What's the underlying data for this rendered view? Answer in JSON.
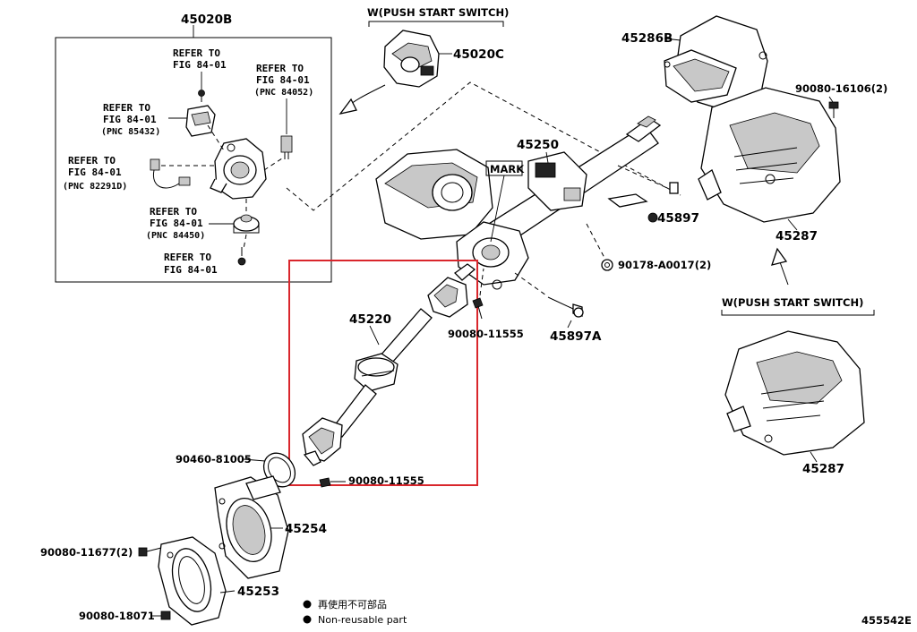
{
  "labels": {
    "p45020B": "45020B",
    "p45020C": "45020C",
    "p45286B": "45286B",
    "p45250": "45250",
    "mark": "MARK",
    "p45897": "45897",
    "p45897A": "45897A",
    "p45287_top": "45287",
    "p45287_bottom": "45287",
    "p45220": "45220",
    "p45254": "45254",
    "p45253": "45253",
    "b90080_16106": "90080-16106(2)",
    "b90178_A0017": "90178-A0017(2)",
    "b90080_11555_a": "90080-11555",
    "b90080_11555_b": "90080-11555",
    "b90460_81005": "90460-81005",
    "b90080_11677": "90080-11677(2)",
    "b90080_18071": "90080-18071",
    "push_start_top": "W(PUSH START SWITCH)",
    "push_start_right": "W(PUSH START SWITCH)",
    "diagram_code": "455542E"
  },
  "refs": {
    "ref1": {
      "l1": "REFER TO",
      "l2": "FIG 84-01",
      "l3": ""
    },
    "ref2": {
      "l1": "REFER TO",
      "l2": "FIG 84-01",
      "l3": "(PNC 84052)"
    },
    "ref3": {
      "l1": "REFER TO",
      "l2": "FIG 84-01",
      "l3": "(PNC 85432)"
    },
    "ref4": {
      "l1": "REFER TO",
      "l2": "FIG 84-01",
      "l3": "(PNC 82291D)"
    },
    "ref5": {
      "l1": "REFER TO",
      "l2": "FIG 84-01",
      "l3": "(PNC 84450)"
    },
    "ref6": {
      "l1": "REFER TO",
      "l2": "FIG 84-01",
      "l3": ""
    }
  },
  "legend": {
    "jp": "再使用不可部品",
    "en": "Non-reusable part"
  },
  "colors": {
    "highlight": "#d9262c",
    "line": "#000000"
  }
}
